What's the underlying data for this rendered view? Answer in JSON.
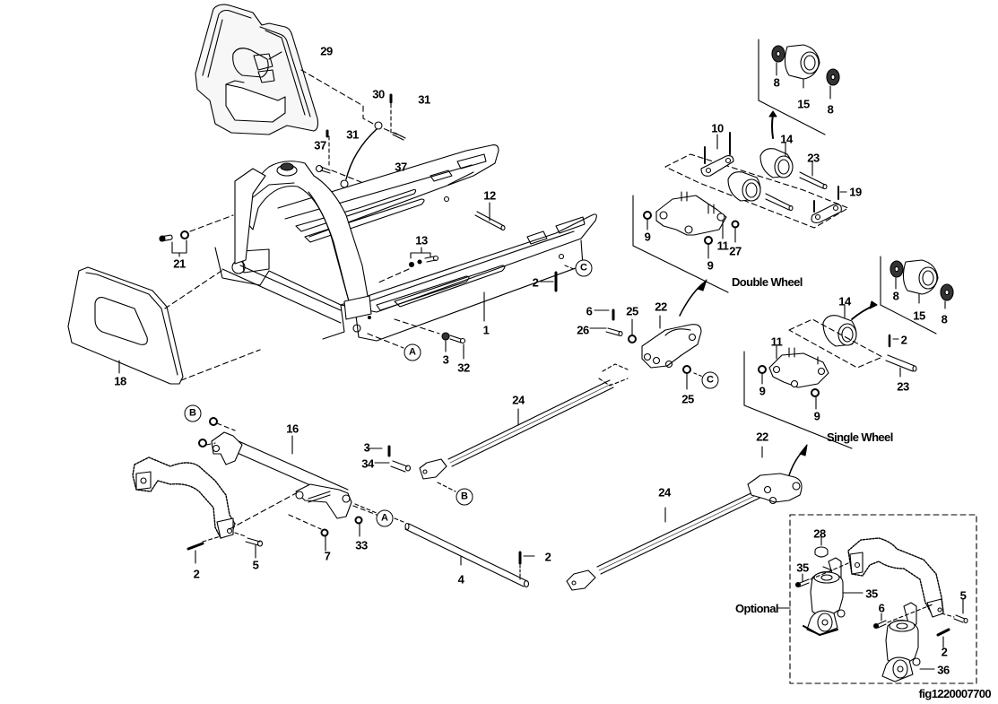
{
  "diagram": {
    "type": "exploded-parts-diagram",
    "subject": "pallet truck frame, forks, linkage and wheel assemblies",
    "figure_id": "fig1220007700",
    "captions": {
      "double_wheel": "Double Wheel",
      "single_wheel": "Single Wheel",
      "optional": "Optional"
    },
    "reference_markers": [
      "A",
      "B",
      "C"
    ],
    "callouts": [
      {
        "id": "29",
        "part": "cover-panel"
      },
      {
        "id": "30",
        "part": "lanyard-ring"
      },
      {
        "id": "31",
        "part": "pin"
      },
      {
        "id": "31",
        "part": "pin"
      },
      {
        "id": "37",
        "part": "bolt"
      },
      {
        "id": "37",
        "part": "bolt"
      },
      {
        "id": "21",
        "part": "bolt-washer"
      },
      {
        "id": "12",
        "part": "axle-pin"
      },
      {
        "id": "13",
        "part": "nut-washer-bolt"
      },
      {
        "id": "2",
        "part": "roll-pin"
      },
      {
        "id": "1",
        "part": "frame"
      },
      {
        "id": "18",
        "part": "side-cover"
      },
      {
        "id": "3",
        "part": "nut"
      },
      {
        "id": "32",
        "part": "bolt"
      },
      {
        "id": "6",
        "part": "pin"
      },
      {
        "id": "25",
        "part": "washer"
      },
      {
        "id": "26",
        "part": "pin"
      },
      {
        "id": "22",
        "part": "roller-bracket"
      },
      {
        "id": "25",
        "part": "washer"
      },
      {
        "id": "24",
        "part": "push-rod"
      },
      {
        "id": "16",
        "part": "cross-shaft"
      },
      {
        "id": "3",
        "part": "pin"
      },
      {
        "id": "34",
        "part": "pin"
      },
      {
        "id": "7",
        "part": "bushing"
      },
      {
        "id": "33",
        "part": "bushing"
      },
      {
        "id": "2",
        "part": "roll-pin"
      },
      {
        "id": "5",
        "part": "pin"
      },
      {
        "id": "4",
        "part": "shaft"
      },
      {
        "id": "2",
        "part": "roll-pin"
      },
      {
        "id": "24",
        "part": "push-rod"
      },
      {
        "id": "22",
        "part": "roller-bracket"
      },
      {
        "id": "8",
        "part": "bearing"
      },
      {
        "id": "15",
        "part": "roller"
      },
      {
        "id": "8",
        "part": "bearing"
      },
      {
        "id": "10",
        "part": "link-plate"
      },
      {
        "id": "14",
        "part": "roller"
      },
      {
        "id": "23",
        "part": "axle"
      },
      {
        "id": "19",
        "part": "pin"
      },
      {
        "id": "9",
        "part": "bushing"
      },
      {
        "id": "11",
        "part": "bracket"
      },
      {
        "id": "27",
        "part": "bushing"
      },
      {
        "id": "9",
        "part": "bushing"
      },
      {
        "id": "8",
        "part": "bearing"
      },
      {
        "id": "15",
        "part": "roller"
      },
      {
        "id": "8",
        "part": "bearing"
      },
      {
        "id": "14",
        "part": "roller"
      },
      {
        "id": "2",
        "part": "pin"
      },
      {
        "id": "11",
        "part": "bracket"
      },
      {
        "id": "9",
        "part": "bushing"
      },
      {
        "id": "23",
        "part": "axle"
      },
      {
        "id": "9",
        "part": "bushing"
      },
      {
        "id": "28",
        "part": "cap"
      },
      {
        "id": "35",
        "part": "bolt"
      },
      {
        "id": "35",
        "part": "caster"
      },
      {
        "id": "6",
        "part": "bolt"
      },
      {
        "id": "5",
        "part": "pin"
      },
      {
        "id": "2",
        "part": "roll-pin"
      },
      {
        "id": "36",
        "part": "caster"
      }
    ]
  }
}
